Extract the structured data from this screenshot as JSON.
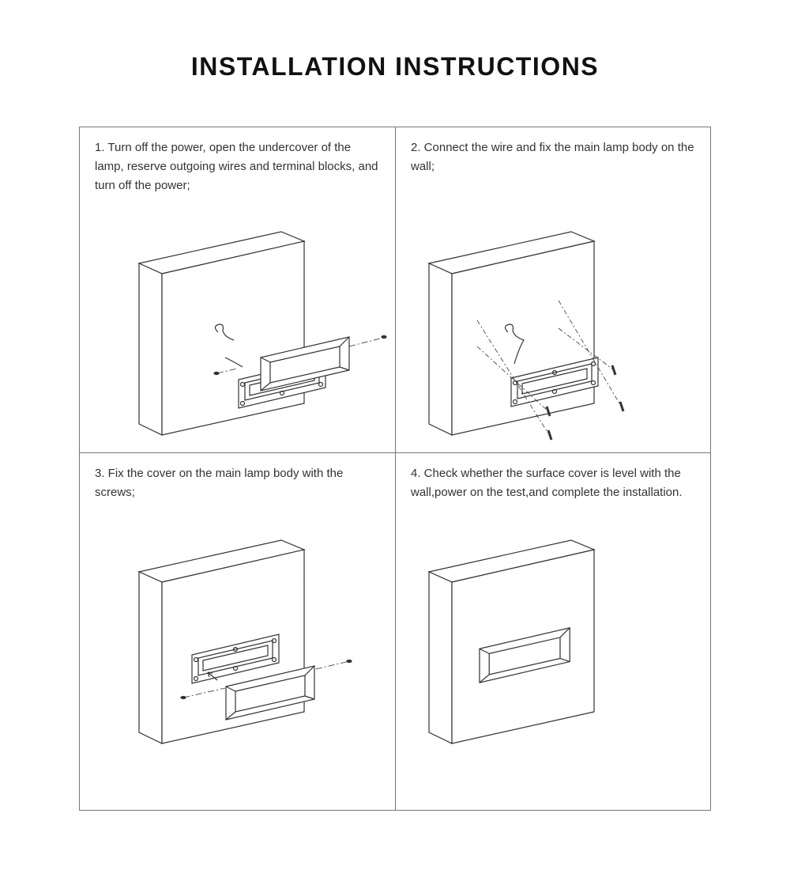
{
  "title": "INSTALLATION INSTRUCTIONS",
  "steps": [
    {
      "text": "1. Turn off the power, open the undercover of the lamp, reserve outgoing wires and terminal blocks, and turn off the power;"
    },
    {
      "text": "2. Connect the wire and fix the main lamp body on the wall;"
    },
    {
      "text": "3. Fix the cover on the main lamp body with the screws;"
    },
    {
      "text": "4. Check whether the surface cover is level with the wall,power on the test,and complete the installation."
    }
  ]
}
